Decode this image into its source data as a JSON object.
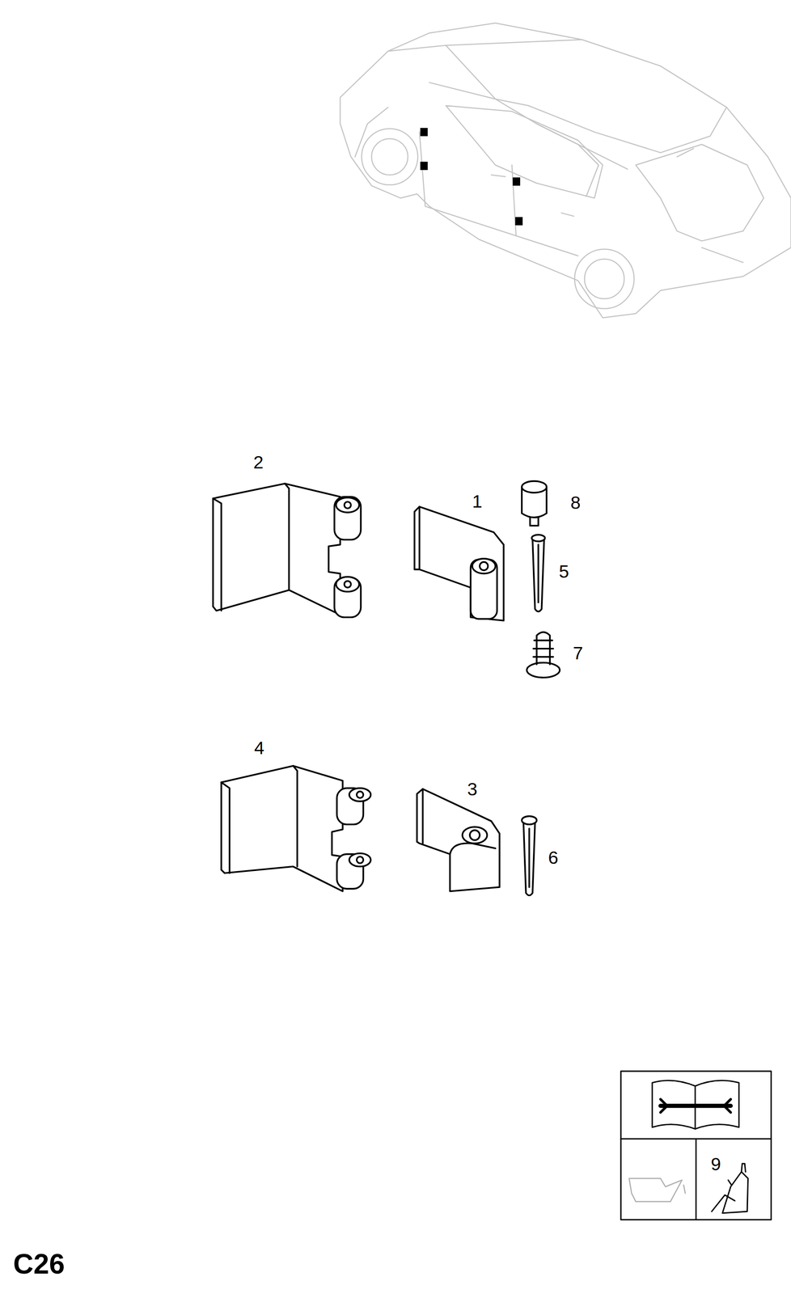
{
  "diagram": {
    "labels": [
      "2",
      "1",
      "8",
      "5",
      "7",
      "4",
      "3",
      "6",
      "9",
      "C26"
    ]
  }
}
